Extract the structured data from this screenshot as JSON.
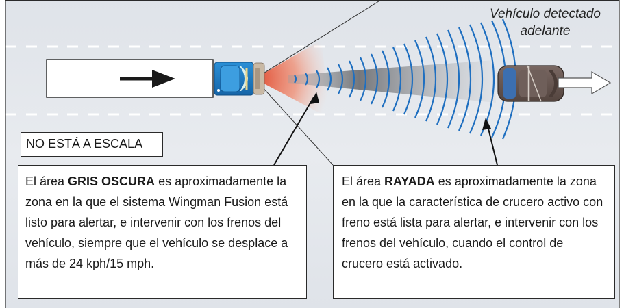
{
  "vehicle_label": {
    "line1": "Vehículo detectado",
    "line2": "adelante"
  },
  "scale_label": "NO ESTÁ A ESCALA",
  "left_callout": {
    "prefix": "El área ",
    "emphasis": "GRIS OSCURA",
    "text": " es aproximadamente la zona en la que el sistema Wingman Fusion está listo para alertar, e intervenir con los frenos del vehículo, siempre que el vehículo se desplace a más de 24 kph/15 mph."
  },
  "right_callout": {
    "prefix": "El área ",
    "emphasis": "RAYADA",
    "text": " es aproximadamente la zona en la que la característica de crucero activo con freno está lista para alertar, e intervenir con los frenos del vehículo, cuando el control de crucero está activado."
  },
  "colors": {
    "road": "#e4e7ec",
    "truck_cab": "#1f7fc4",
    "radar_red": "#e0492e",
    "radar_dark_gray": "#7d7f83",
    "radar_stripes": "#1f6fc0",
    "detected_vehicle": "#6a5a55"
  }
}
